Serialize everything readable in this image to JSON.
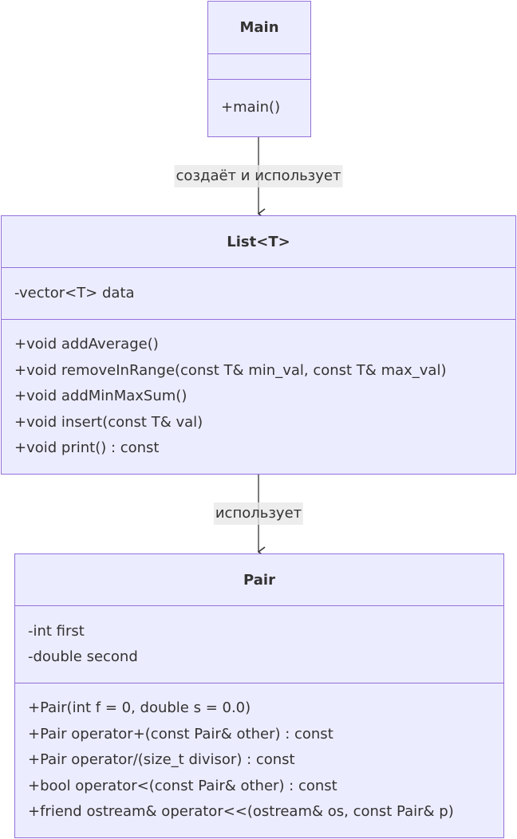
{
  "classes": {
    "main": {
      "name": "Main",
      "attributes": [],
      "methods": [
        "+main()"
      ]
    },
    "list": {
      "name": "List<T>",
      "attributes": [
        "-vector<T> data"
      ],
      "methods": [
        "+void addAverage()",
        "+void removeInRange(const T& min_val, const T& max_val)",
        "+void addMinMaxSum()",
        "+void insert(const T& val)",
        "+void print() : const"
      ]
    },
    "pair": {
      "name": "Pair",
      "attributes": [
        "-int first",
        "-double second"
      ],
      "methods": [
        "+Pair(int f = 0, double s = 0.0)",
        "+Pair operator+(const Pair& other) : const",
        "+Pair operator/(size_t divisor) : const",
        "+bool operator<(const Pair& other) : const",
        "+friend ostream& operator<<(ostream& os, const Pair& p)"
      ]
    }
  },
  "relations": [
    {
      "from": "Main",
      "to": "List<T>",
      "label": "создаёт и использует"
    },
    {
      "from": "List<T>",
      "to": "Pair",
      "label": "использует"
    }
  ],
  "colors": {
    "box_fill": "#ececff",
    "box_border": "#9370db",
    "text": "#333333",
    "edge": "#333333",
    "label_bg": "#e8e8e8"
  }
}
